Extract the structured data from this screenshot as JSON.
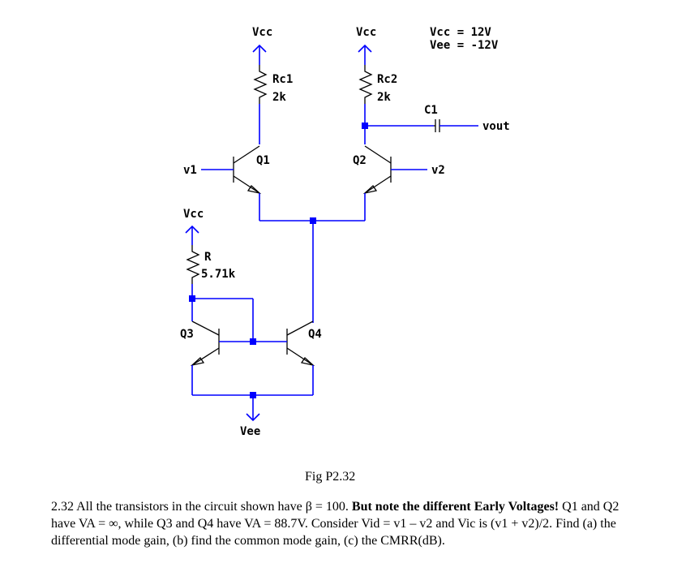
{
  "schematic": {
    "labels": {
      "vcc_q1": "Vcc",
      "vcc_q2": "Vcc",
      "vcc_r": "Vcc",
      "supply_vcc": "Vcc = 12V",
      "supply_vee": "Vee = -12V",
      "rc1_name": "Rc1",
      "rc1_value": "2k",
      "rc2_name": "Rc2",
      "rc2_value": "2k",
      "c1_name": "C1",
      "vout": "vout",
      "q1": "Q1",
      "q2": "Q2",
      "v1": "v1",
      "v2": "v2",
      "r_name": "R",
      "r_value": "5.71k",
      "q3": "Q3",
      "q4": "Q4",
      "vee": "Vee"
    }
  },
  "caption": "Fig P2.32",
  "problem": {
    "part1": "2.32 All the transistors in the circuit shown have β = 100. ",
    "part2_bold": "But note the different Early Voltages!",
    "part3": " Q1 and Q2 have VA = ∞, while Q3 and Q4 have VA = 88.7V. Consider Vid = v1 – v2 and Vic is (v1 + v2)/2. Find (a) the differential mode gain, (b) find the common mode gain, (c) the CMRR(dB)."
  }
}
